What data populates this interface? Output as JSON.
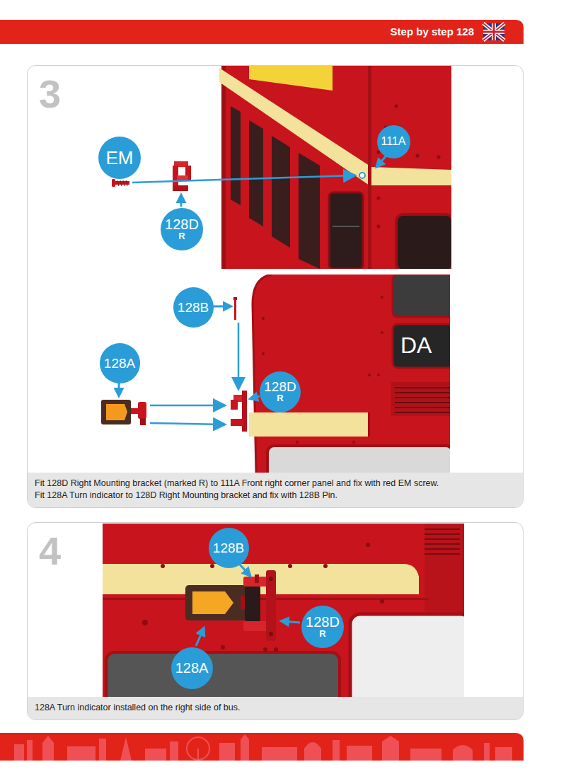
{
  "diagram": {
    "title": "Step by step 128",
    "nodes": [
      {
        "text": [
          "3"
        ]
      },
      {
        "text": [
          "EM"
        ],
        "in": 0
      },
      {
        "text": [
          "128D",
          "R"
        ],
        "in": 0
      },
      {
        "text": [
          "111A"
        ],
        "in": 0
      },
      {
        "text": [
          "128B"
        ],
        "in": 0
      },
      {
        "text": [
          "128A"
        ],
        "in": 0
      },
      {
        "text": [
          "128D",
          "R"
        ],
        "in": 0
      },
      {
        "text": [
          "Fit 128D Right Mounting bracket (marked R) to 111A Front right corner panel and fix with red EM screw.",
          "Fit 128A Turn indicator to 128D Right Mounting bracket and fix with 128B Pin."
        ],
        "in": 0
      },
      {
        "text": [
          "4"
        ]
      },
      {
        "text": [
          "128B"
        ],
        "in": 8
      },
      {
        "text": [
          "128D",
          "R"
        ],
        "in": 8
      },
      {
        "text": [
          "128A"
        ],
        "in": 8
      },
      {
        "text": [
          "128A Turn indicator installed on the right side of bus."
        ],
        "in": 8
      }
    ],
    "labels": [
      "DA"
    ]
  }
}
